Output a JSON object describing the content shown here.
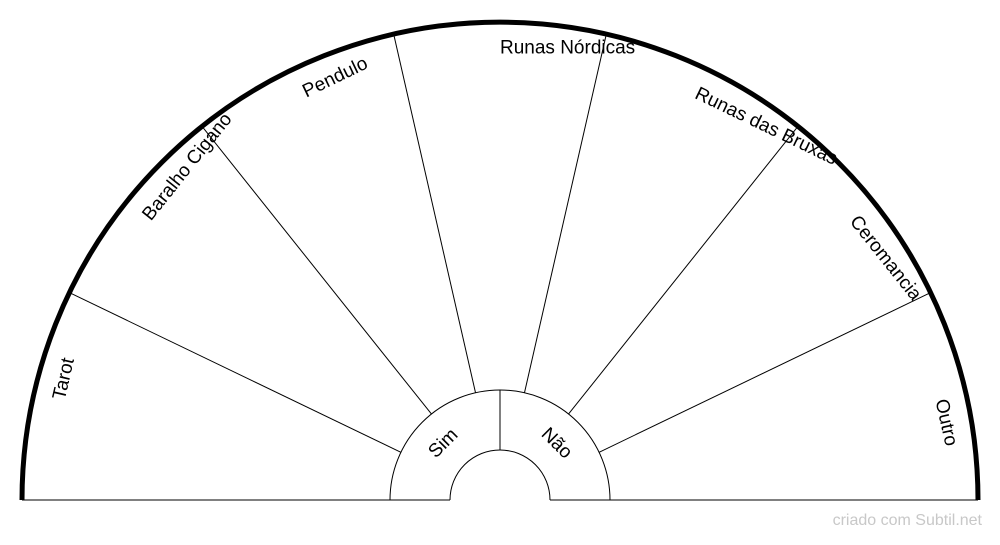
{
  "chart": {
    "sectors": [
      "Tarot",
      "Baralho Cigano",
      "Pendulo",
      "Runas Nórdicas",
      "Runas das Bruxas",
      "Ceromancia",
      "Outro"
    ],
    "answers": [
      "Sim",
      "Não"
    ]
  },
  "footer": {
    "text": "criado com Subtil.net"
  },
  "colors": {
    "stroke": "#000000",
    "background": "#ffffff",
    "footer_text": "#c8c8c8"
  }
}
